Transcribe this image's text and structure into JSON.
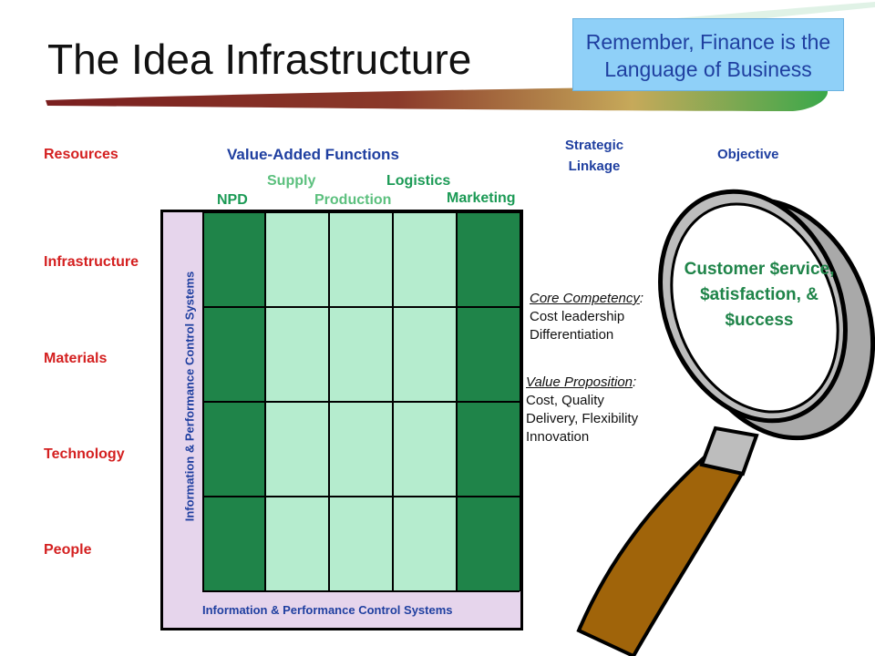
{
  "title": "The Idea Infrastructure",
  "callout": "Remember, Finance is the Language of Business",
  "headers": {
    "resources": "Resources",
    "value_added": "Value-Added Functions",
    "strategic_linkage": "Strategic Linkage",
    "objective": "Objective"
  },
  "functions": {
    "supply": "Supply",
    "logistics": "Logistics",
    "npd": "NPD",
    "production": "Production",
    "marketing": "Marketing"
  },
  "resources": [
    "Infrastructure",
    "Materials",
    "Technology",
    "People"
  ],
  "control_systems_label": "Information & Performance Control Systems",
  "core_competency": {
    "heading": "Core Competency",
    "items": [
      "Cost leadership",
      "Differentiation"
    ]
  },
  "value_proposition": {
    "heading": "Value Proposition",
    "items": [
      "Cost, Quality",
      "Delivery, Flexibility",
      "Innovation"
    ]
  },
  "objective_text": "Customer $ervice, $atisfaction, & $uccess",
  "colors": {
    "dark_green": "#1f8449",
    "light_green": "#b5ecce",
    "lavender": "#e6d5ec",
    "red_label": "#d42020",
    "blue_label": "#1f3fa0",
    "callout_bg": "#8fd0f8",
    "handle_brown": "#a0640a"
  },
  "icons": [
    "magnifying-glass-icon",
    "swoosh-underline"
  ]
}
